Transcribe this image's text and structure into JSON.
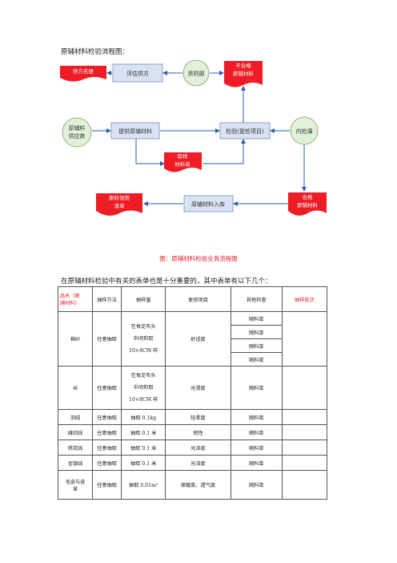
{
  "doc": {
    "heading": "原辅材料检验流程图：",
    "caption": "图：原辅材料检验业务流程图",
    "intro": "在原辅材料检验中有关的表单也是十分重要的，其中表单有以下几个："
  },
  "flowchart": {
    "nodes": {
      "supplier_list": "供方名册",
      "evaluate_supplier": "评估供方",
      "materials_dept": "资材部",
      "nonconforming": [
        "不合格",
        "原辅材料"
      ],
      "supplier": [
        "原辅料",
        "供应商"
      ],
      "provide_materials": "提供原辅材料",
      "inspection": "检验(复检项目)",
      "qc_dept": "内检课",
      "sample_doc": [
        "取样",
        "材料单"
      ],
      "materials_warehouse": "原辅材料入库",
      "material_issue": [
        "原料领用",
        "清单"
      ],
      "qualified": [
        "合格",
        "原辅材料"
      ]
    }
  },
  "table": {
    "headers": {
      "name": [
        "品名（原",
        "辅材料）"
      ],
      "sampling_method": "抽样方法",
      "sample_qty": "抽样量",
      "retest_items": "复验项目",
      "other_checks": "其他检查",
      "sample_batch": "抽样批次"
    },
    "rows": [
      {
        "name": "棉纱",
        "method": "任意抽取",
        "qty": [
          "在每足布头",
          "中间剪取",
          "10×8CM 样"
        ],
        "retest": "舒适度",
        "other": [
          "随料单",
          "随料单",
          "随料单",
          "随料单"
        ]
      },
      {
        "name": "丝",
        "method": "任意抽取",
        "qty": [
          "在每足布头",
          "中间剪取",
          "10×8CM 样"
        ],
        "retest": "光滑度",
        "other": [
          "随料单"
        ]
      },
      {
        "name": "羽绒",
        "method": "任意抽取",
        "qty": [
          "抽取 0.1kg"
        ],
        "retest": "轻柔度",
        "other": [
          "随料单"
        ]
      },
      {
        "name": "缝纫线",
        "method": "任意抽取",
        "qty": [
          "抽取 0.1 米"
        ],
        "retest": "韧性",
        "other": [
          "随料单"
        ]
      },
      {
        "name": "绣花线",
        "method": "任意抽取",
        "qty": [
          "抽取 0.1 米"
        ],
        "retest": "光泽度",
        "other": [
          "随料单"
        ]
      },
      {
        "name": "金银线",
        "method": "任意抽取",
        "qty": [
          "抽取 0.1 米"
        ],
        "retest": "光泽度",
        "other": [
          "随料单"
        ]
      },
      {
        "name": "毛皮与皮革",
        "method": "任意抽取",
        "qty": [
          "抽取 0.01m²"
        ],
        "retest": "保暖度，透气度",
        "other": [
          "随料单"
        ]
      }
    ]
  },
  "colors": {
    "accent_red": "#e0202a",
    "node_green": "#e2efd9",
    "node_blue": "#d9e2f1",
    "line_blue": "#2e5da8"
  }
}
